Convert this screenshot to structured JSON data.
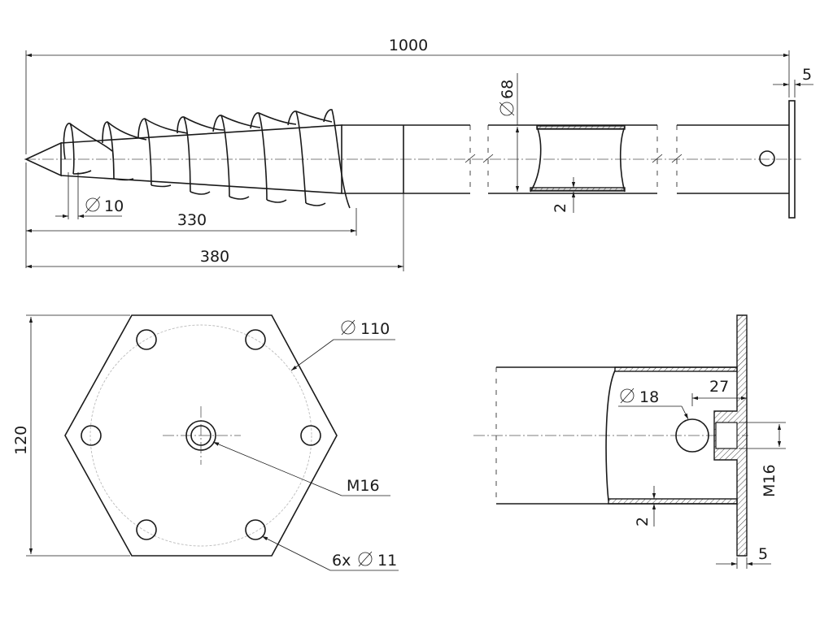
{
  "dimensions": {
    "total_length": "1000",
    "plate_thickness_top": "5",
    "pipe_diameter": "68",
    "tip_diameter": "10",
    "helix_length": "330",
    "screw_length": "380",
    "wall_thickness_top": "2",
    "flange_pcd": "110",
    "flange_height": "120",
    "center_thread": "M16",
    "bolt_holes": "6x",
    "bolt_hole_diameter": "11",
    "side_hole_diameter": "18",
    "nut_height": "27",
    "nut_thread": "M16",
    "wall_thickness_detail": "2",
    "plate_thickness_detail": "5"
  },
  "colors": {
    "line": "#1a1a1a",
    "pcd_circle": "#bbbbbb"
  }
}
